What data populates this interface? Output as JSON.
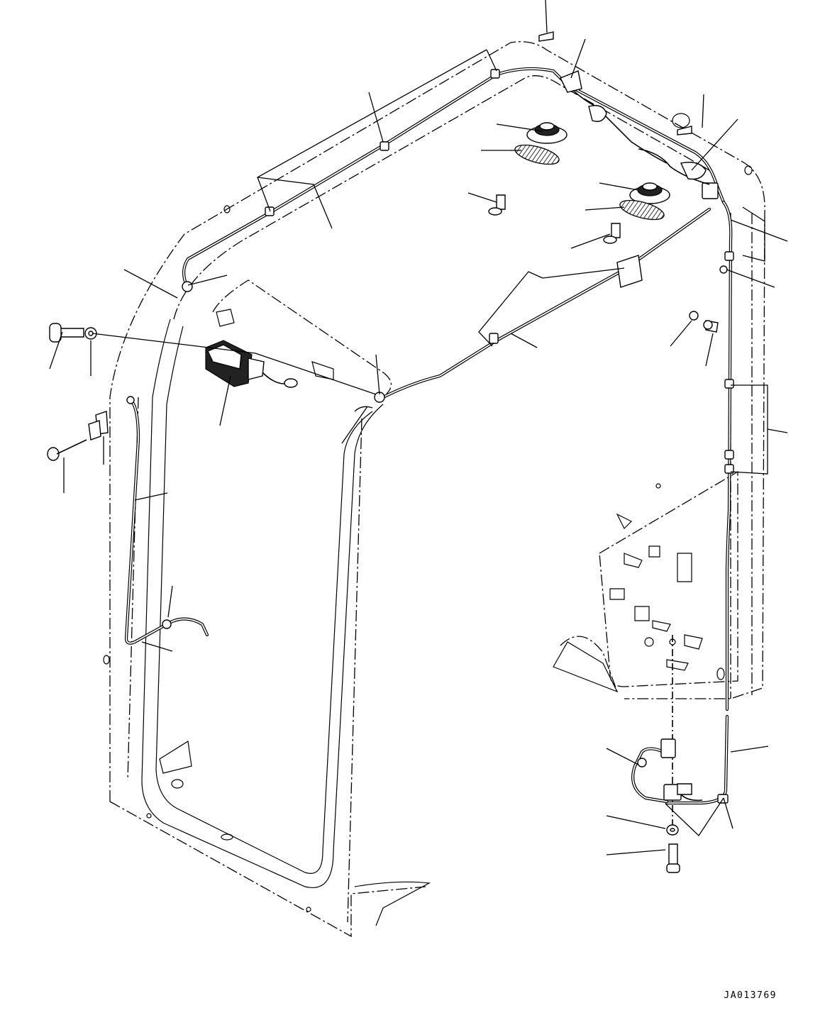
{
  "drawing": {
    "code": "JA013769",
    "ink_color": "#000000",
    "paper_color": "#ffffff"
  },
  "parts": [
    "cab-frame-outline",
    "roof-harness-front",
    "roof-harness-right",
    "right-pillar-harness",
    "left-pillar-harness",
    "speaker-front",
    "speaker-rear",
    "speaker-grille-front",
    "speaker-grille-rear",
    "room-lamp",
    "lower-connector-bracket"
  ]
}
